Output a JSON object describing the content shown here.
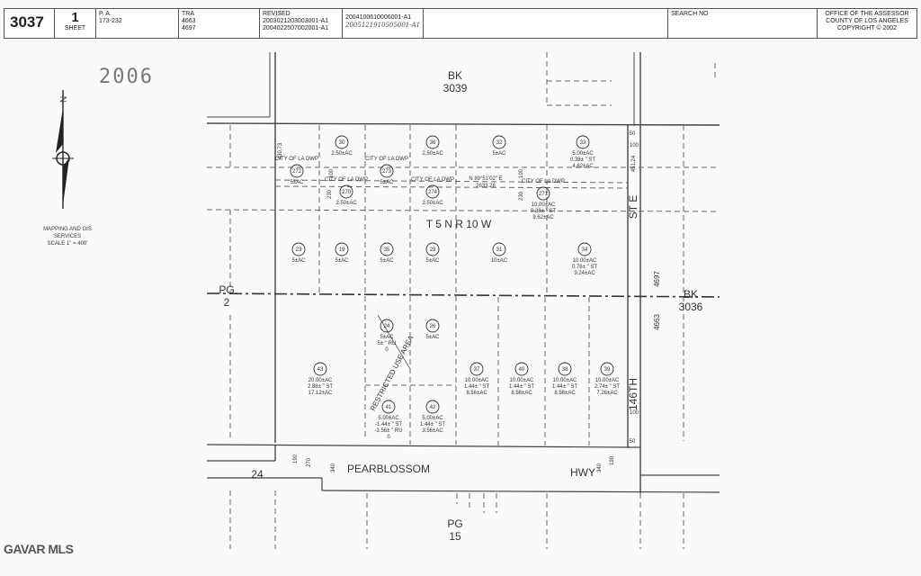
{
  "header": {
    "map_book": "3037",
    "sheet_number": "1",
    "sheet_label": "SHEET",
    "pa_label": "P. A.",
    "pa_value": "173-232",
    "tra_label": "TRA",
    "tra_values": [
      "4663",
      "4697"
    ],
    "revised_label": "REVISED",
    "revised_values": [
      "2003021203003001-A1",
      "2004022507002001-A1"
    ],
    "revision_values": [
      "2004100610006001-A1",
      "2005121910505001-A1"
    ],
    "search_label": "SEARCH NO",
    "office": [
      "OFFICE OF THE ASSESSOR",
      "COUNTY OF LOS ANGELES",
      "COPYRIGHT © 2002"
    ]
  },
  "stamp_year": "2006",
  "mapping_note": [
    "MAPPING AND GIS",
    "SERVICES",
    "SCALE 1\" = 400'"
  ],
  "north_letter": "N",
  "labels": {
    "bk_top": "BK",
    "bk_top_num": "3039",
    "bk_right": "BK",
    "bk_right_num": "3036",
    "pg_left": "PG",
    "pg_left_num": "2",
    "pg_bottom": "PG",
    "pg_bottom_num": "15",
    "township": "T 5 N R 10 W",
    "street_e": "ST E",
    "street_146": "146TH",
    "road_left": "PEARBLOSSOM",
    "road_right": "HWY",
    "route": "24",
    "restricted": "RESTRICTED USE AREA",
    "tra_side_1": "4697",
    "tra_side_2": "4663",
    "bearing": "N 89°51'02\" E",
    "bearing_len": "2633.28"
  },
  "parcels": [
    {
      "num": "30",
      "area": "2.50±AC"
    },
    {
      "num": "36",
      "area": "2.50±AC"
    },
    {
      "num": "32",
      "area": "5±AC"
    },
    {
      "num": "33",
      "area": "5.00±AC",
      "extra": "0.38± \" ST",
      "net": "4.62±AC"
    },
    {
      "num": "272",
      "area": "5±AC",
      "note": "CITY OF LA DWP"
    },
    {
      "num": "273",
      "area": "5±AC",
      "note": "CITY OF LA DWP"
    },
    {
      "num": "270",
      "area": "2.50±AC",
      "note": "CITY OF LA DWP"
    },
    {
      "num": "274",
      "area": "2.50±AC",
      "note": "CITY OF LA DWP"
    },
    {
      "num": "271",
      "area": "10.00±AC",
      "extra": "0.38± \" ST",
      "net": "9.62±AC",
      "note": "CITY OF LA DWP"
    },
    {
      "num": "23",
      "area": "5±AC"
    },
    {
      "num": "19",
      "area": "5±AC"
    },
    {
      "num": "35",
      "area": "5±AC"
    },
    {
      "num": "29",
      "area": "5±AC"
    },
    {
      "num": "31",
      "area": "10±AC"
    },
    {
      "num": "34",
      "area": "10.00±AC",
      "extra": "0.76± \" ST",
      "net": "9.24±AC"
    },
    {
      "num": "24",
      "area": "5±AC",
      "extra": "5± \" RU",
      "net": "0"
    },
    {
      "num": "26",
      "area": "5±AC"
    },
    {
      "num": "43",
      "area": "20.00±AC",
      "extra": "2.88± \" ST",
      "net": "17.12±AC"
    },
    {
      "num": "37",
      "area": "10.00±AC",
      "extra": "1.44± \" ST",
      "net": "8.56±AC"
    },
    {
      "num": "40",
      "area": "10.00±AC",
      "extra": "1.44± \" ST",
      "net": "8.56±AC"
    },
    {
      "num": "38",
      "area": "10.00±AC",
      "extra": "1.44± \" ST",
      "net": "8.56±AC"
    },
    {
      "num": "39",
      "area": "10.00±AC",
      "extra": "2.74± \" ST",
      "net": "7.26±AC"
    },
    {
      "num": "41",
      "area": "5.00±AC",
      "extra": "-1.44± \" ST",
      "net": "-3.56± \" RU",
      "tail": "0"
    },
    {
      "num": "42",
      "area": "5.00±AC",
      "extra": "1.44± \" ST",
      "net": "3.56±AC"
    }
  ],
  "dimensions": [
    "430.73",
    "100",
    "230",
    "230",
    "100",
    "100",
    "451.24",
    "50",
    "190",
    "270",
    "340",
    "340",
    "190",
    "100",
    "50"
  ],
  "watermark": "GAVAR MLS"
}
